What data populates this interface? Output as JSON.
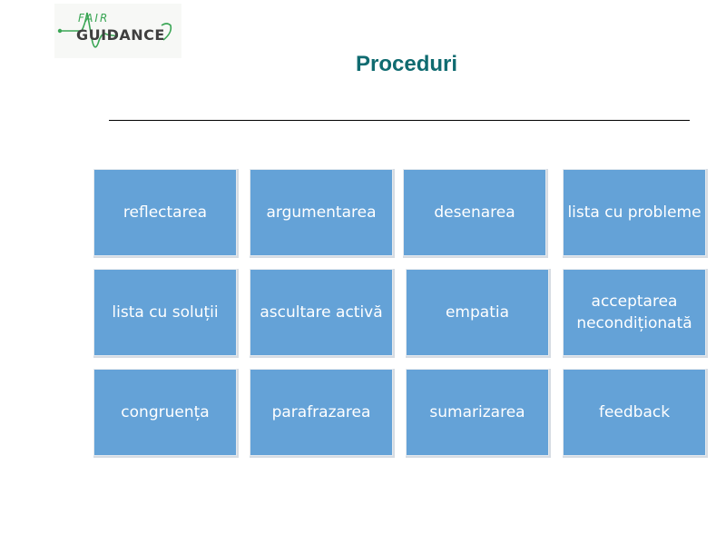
{
  "logo": {
    "top_text": "FAIR",
    "main_text": "GUIDANCE"
  },
  "slide": {
    "title": "Proceduri"
  },
  "colors": {
    "tile": "#64a2d7",
    "title": "#0f6b70",
    "logo_green": "#3aa655"
  },
  "tiles": [
    "reflectarea",
    "argumentarea",
    "desenarea",
    "lista cu probleme",
    "lista cu soluții",
    "ascultare activă",
    "empatia",
    "acceptarea necondiționată",
    "congruența",
    "parafrazarea",
    "sumarizarea",
    "feedback"
  ]
}
